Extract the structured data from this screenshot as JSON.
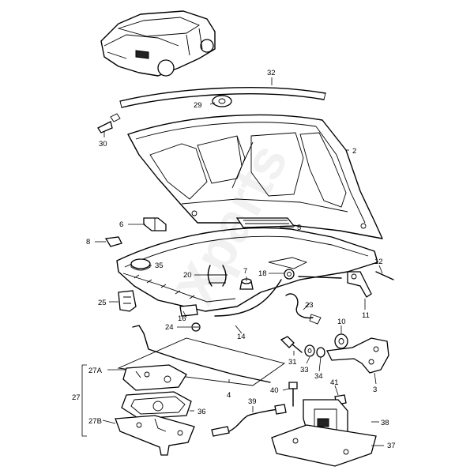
{
  "watermark": "Xparts",
  "callouts": {
    "c2": "2",
    "c3": "3",
    "c4": "4",
    "c5": "5",
    "c6": "6",
    "c7": "7",
    "c8": "8",
    "c10": "10",
    "c11": "11",
    "c12": "12",
    "c14": "14",
    "c16": "16",
    "c18": "18",
    "c20": "20",
    "c23": "23",
    "c24": "24",
    "c25": "25",
    "c27": "27",
    "c27a": "27A",
    "c27b": "27B",
    "c29": "29",
    "c30": "30",
    "c31": "31",
    "c32": "32",
    "c33": "33",
    "c34": "34",
    "c35": "35",
    "c36": "36",
    "c37": "37",
    "c38": "38",
    "c39": "39",
    "c40": "40",
    "c41": "41"
  }
}
